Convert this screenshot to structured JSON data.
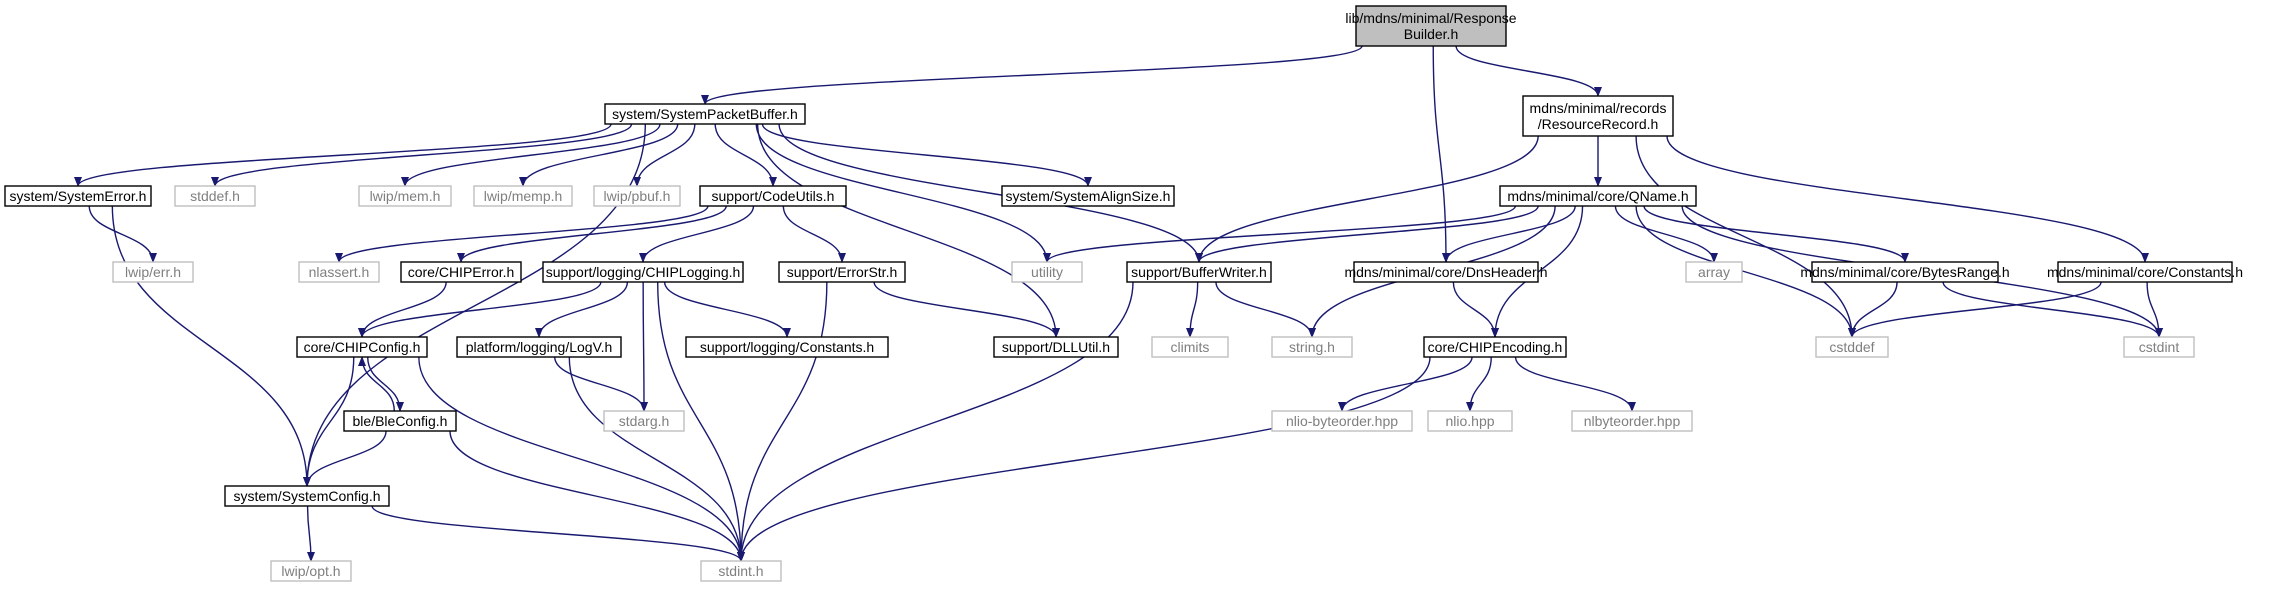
{
  "colors": {
    "edge": "#191970",
    "focus_fill": "#bfbfbf",
    "external_border": "#bfbfbf",
    "external_text": "#7f7f7f",
    "local_border": "#000000"
  },
  "nodes": [
    {
      "id": "rb",
      "kind": "focus",
      "lines": [
        "lib/mdns/minimal/Response",
        "Builder.h"
      ]
    },
    {
      "id": "spb",
      "kind": "local",
      "lines": [
        "system/SystemPacketBuffer.h"
      ]
    },
    {
      "id": "rr",
      "kind": "local",
      "lines": [
        "mdns/minimal/records",
        "/ResourceRecord.h"
      ]
    },
    {
      "id": "serr",
      "kind": "local",
      "lines": [
        "system/SystemError.h"
      ]
    },
    {
      "id": "stddef",
      "kind": "ext",
      "lines": [
        "stddef.h"
      ]
    },
    {
      "id": "mem",
      "kind": "ext",
      "lines": [
        "lwip/mem.h"
      ]
    },
    {
      "id": "memp",
      "kind": "ext",
      "lines": [
        "lwip/memp.h"
      ]
    },
    {
      "id": "pbuf",
      "kind": "ext",
      "lines": [
        "lwip/pbuf.h"
      ]
    },
    {
      "id": "cu",
      "kind": "local",
      "lines": [
        "support/CodeUtils.h"
      ]
    },
    {
      "id": "ssa",
      "kind": "local",
      "lines": [
        "system/SystemAlignSize.h"
      ]
    },
    {
      "id": "qn",
      "kind": "local",
      "lines": [
        "mdns/minimal/core/QName.h"
      ]
    },
    {
      "id": "lerr",
      "kind": "ext",
      "lines": [
        "lwip/err.h"
      ]
    },
    {
      "id": "nla",
      "kind": "ext",
      "lines": [
        "nlassert.h"
      ]
    },
    {
      "id": "ce",
      "kind": "local",
      "lines": [
        "core/CHIPError.h"
      ]
    },
    {
      "id": "cl",
      "kind": "local",
      "lines": [
        "support/logging/CHIPLogging.h"
      ]
    },
    {
      "id": "es",
      "kind": "local",
      "lines": [
        "support/ErrorStr.h"
      ]
    },
    {
      "id": "util",
      "kind": "ext",
      "lines": [
        "utility"
      ]
    },
    {
      "id": "bw",
      "kind": "local",
      "lines": [
        "support/BufferWriter.h"
      ]
    },
    {
      "id": "dh",
      "kind": "local",
      "lines": [
        "mdns/minimal/core/DnsHeader.h"
      ]
    },
    {
      "id": "arr",
      "kind": "ext",
      "lines": [
        "array"
      ]
    },
    {
      "id": "br",
      "kind": "local",
      "lines": [
        "mdns/minimal/core/BytesRange.h"
      ]
    },
    {
      "id": "cons",
      "kind": "local",
      "lines": [
        "mdns/minimal/core/Constants.h"
      ]
    },
    {
      "id": "cc",
      "kind": "local",
      "lines": [
        "core/CHIPConfig.h"
      ]
    },
    {
      "id": "lv",
      "kind": "local",
      "lines": [
        "platform/logging/LogV.h"
      ]
    },
    {
      "id": "lc",
      "kind": "local",
      "lines": [
        "support/logging/Constants.h"
      ]
    },
    {
      "id": "dll",
      "kind": "local",
      "lines": [
        "support/DLLUtil.h"
      ]
    },
    {
      "id": "clim",
      "kind": "ext",
      "lines": [
        "climits"
      ]
    },
    {
      "id": "str",
      "kind": "ext",
      "lines": [
        "string.h"
      ]
    },
    {
      "id": "cenc",
      "kind": "local",
      "lines": [
        "core/CHIPEncoding.h"
      ]
    },
    {
      "id": "cstddef",
      "kind": "ext",
      "lines": [
        "cstddef"
      ]
    },
    {
      "id": "cstdint",
      "kind": "ext",
      "lines": [
        "cstdint"
      ]
    },
    {
      "id": "blec",
      "kind": "local",
      "lines": [
        "ble/BleConfig.h"
      ]
    },
    {
      "id": "starg",
      "kind": "ext",
      "lines": [
        "stdarg.h"
      ]
    },
    {
      "id": "nbo",
      "kind": "ext",
      "lines": [
        "nlio-byteorder.hpp"
      ]
    },
    {
      "id": "nio",
      "kind": "ext",
      "lines": [
        "nlio.hpp"
      ]
    },
    {
      "id": "nlbo",
      "kind": "ext",
      "lines": [
        "nlbyteorder.hpp"
      ]
    },
    {
      "id": "sc",
      "kind": "local",
      "lines": [
        "system/SystemConfig.h"
      ]
    },
    {
      "id": "opt",
      "kind": "ext",
      "lines": [
        "lwip/opt.h"
      ]
    },
    {
      "id": "stdint",
      "kind": "ext",
      "lines": [
        "stdint.h"
      ]
    }
  ],
  "edges": [
    [
      "rb",
      "spb"
    ],
    [
      "rb",
      "rr"
    ],
    [
      "rb",
      "dh"
    ],
    [
      "spb",
      "serr"
    ],
    [
      "spb",
      "stddef"
    ],
    [
      "spb",
      "mem"
    ],
    [
      "spb",
      "memp"
    ],
    [
      "spb",
      "pbuf"
    ],
    [
      "spb",
      "cu"
    ],
    [
      "spb",
      "ssa"
    ],
    [
      "spb",
      "util"
    ],
    [
      "spb",
      "bw"
    ],
    [
      "spb",
      "dll"
    ],
    [
      "spb",
      "sc"
    ],
    [
      "rr",
      "qn"
    ],
    [
      "rr",
      "bw"
    ],
    [
      "rr",
      "cons"
    ],
    [
      "rr",
      "cstddef"
    ],
    [
      "serr",
      "lerr"
    ],
    [
      "serr",
      "sc"
    ],
    [
      "cu",
      "nla"
    ],
    [
      "cu",
      "ce"
    ],
    [
      "cu",
      "cl"
    ],
    [
      "cu",
      "es"
    ],
    [
      "qn",
      "util"
    ],
    [
      "qn",
      "bw"
    ],
    [
      "qn",
      "str"
    ],
    [
      "qn",
      "dh"
    ],
    [
      "qn",
      "cenc"
    ],
    [
      "qn",
      "arr"
    ],
    [
      "qn",
      "br"
    ],
    [
      "qn",
      "cstddef"
    ],
    [
      "qn",
      "cstdint"
    ],
    [
      "ce",
      "cc"
    ],
    [
      "cl",
      "cc"
    ],
    [
      "cl",
      "lv"
    ],
    [
      "cl",
      "starg"
    ],
    [
      "cl",
      "lc"
    ],
    [
      "cl",
      "stdint"
    ],
    [
      "es",
      "dll"
    ],
    [
      "es",
      "stdint"
    ],
    [
      "bw",
      "clim"
    ],
    [
      "bw",
      "str"
    ],
    [
      "bw",
      "stdint"
    ],
    [
      "dh",
      "cenc"
    ],
    [
      "br",
      "cstddef"
    ],
    [
      "br",
      "cstdint"
    ],
    [
      "cons",
      "cstddef"
    ],
    [
      "cons",
      "cstdint"
    ],
    [
      "cc",
      "blec"
    ],
    [
      "cc",
      "sc"
    ],
    [
      "cc",
      "stdint"
    ],
    [
      "blec",
      "cc"
    ],
    [
      "blec",
      "sc"
    ],
    [
      "blec",
      "stdint"
    ],
    [
      "lv",
      "starg"
    ],
    [
      "lv",
      "stdint"
    ],
    [
      "cenc",
      "nbo"
    ],
    [
      "cenc",
      "nio"
    ],
    [
      "cenc",
      "nlbo"
    ],
    [
      "cenc",
      "stdint"
    ],
    [
      "sc",
      "opt"
    ],
    [
      "sc",
      "stdint"
    ]
  ]
}
